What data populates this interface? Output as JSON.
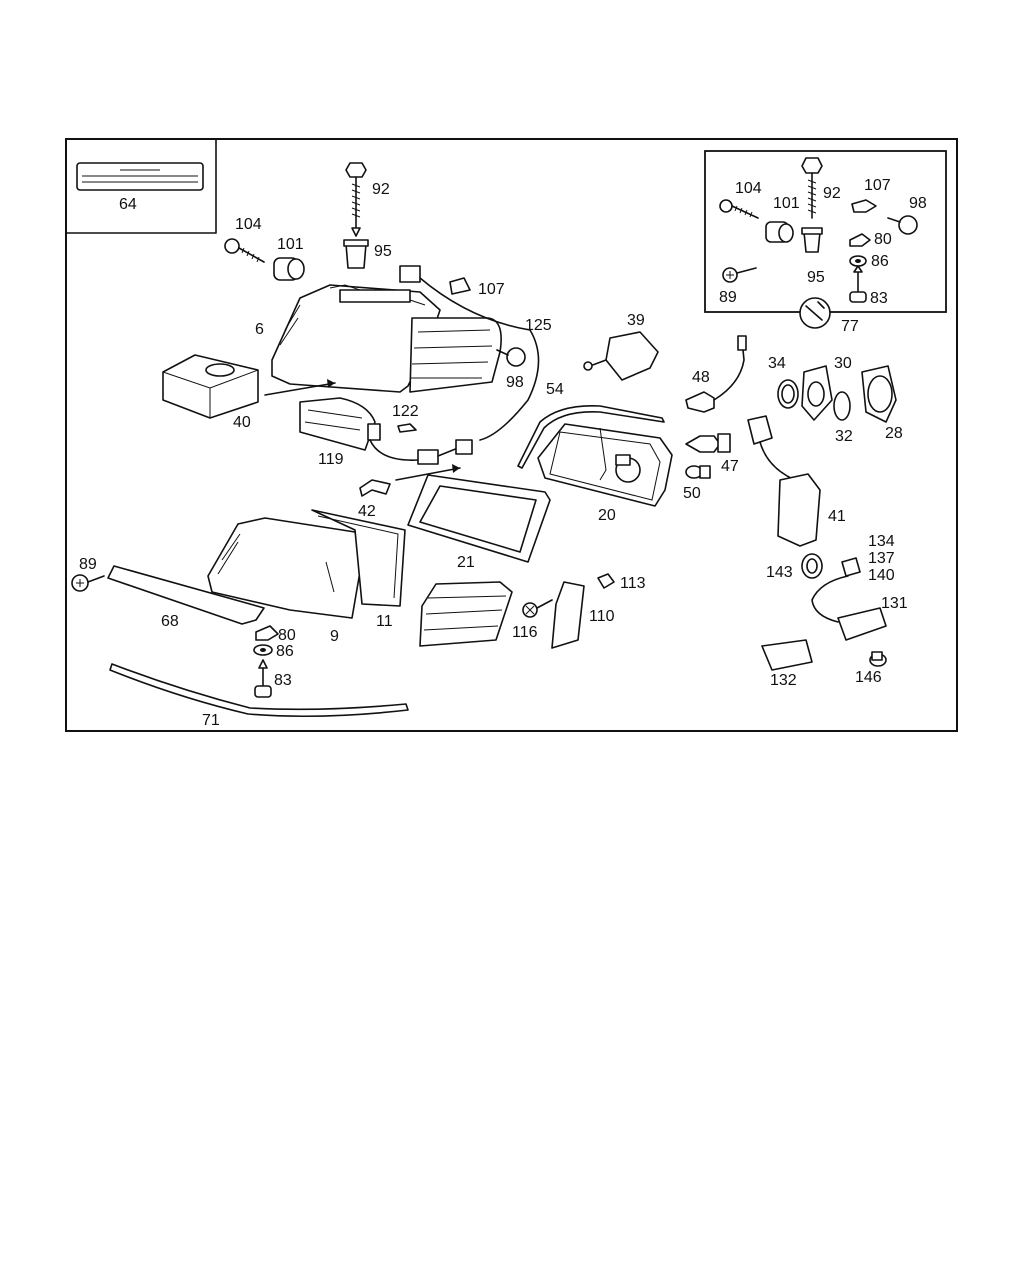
{
  "diagram": {
    "title_label": "64",
    "parts": {
      "p6": "6",
      "p9": "9",
      "p11": "11",
      "p20": "20",
      "p21": "21",
      "p28": "28",
      "p30": "30",
      "p32": "32",
      "p34": "34",
      "p39": "39",
      "p40": "40",
      "p41": "41",
      "p42": "42",
      "p47": "47",
      "p48": "48",
      "p50": "50",
      "p54": "54",
      "p68": "68",
      "p71": "71",
      "p80": "80",
      "p83": "83",
      "p86": "86",
      "p89": "89",
      "p92": "92",
      "p95": "95",
      "p98": "98",
      "p101": "101",
      "p104": "104",
      "p107": "107",
      "p110": "110",
      "p113": "113",
      "p116": "116",
      "p119": "119",
      "p122": "122",
      "p125": "125",
      "p131": "131",
      "p132": "132",
      "p134": "134",
      "p137": "137",
      "p140": "140",
      "p143": "143",
      "p146": "146"
    },
    "inset": {
      "p104": "104",
      "p101": "101",
      "p92": "92",
      "p107": "107",
      "p98": "98",
      "p80": "80",
      "p86": "86",
      "p89": "89",
      "p95": "95",
      "p83": "83",
      "p77": "77"
    },
    "icons": [
      "screw-icon",
      "nut-icon",
      "clip-icon",
      "bulb-icon",
      "wrench-icon"
    ]
  }
}
